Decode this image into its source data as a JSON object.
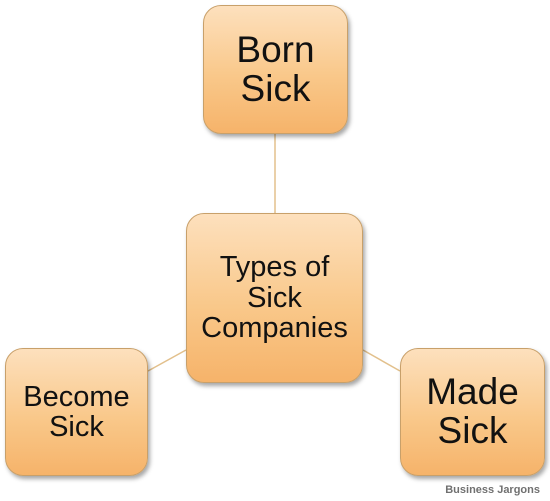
{
  "diagram": {
    "nodes": {
      "top": {
        "label": "Born\nSick"
      },
      "center": {
        "label": "Types of\nSick\nCompanies"
      },
      "left": {
        "label": "Become\nSick"
      },
      "right": {
        "label": "Made\nSick"
      }
    },
    "colors": {
      "node_fill_top": "#fde0bd",
      "node_fill_bottom": "#f6b36a",
      "node_border": "#c8a06a",
      "connector": "#e2c08c"
    }
  },
  "footer": {
    "credit": "Business Jargons"
  }
}
